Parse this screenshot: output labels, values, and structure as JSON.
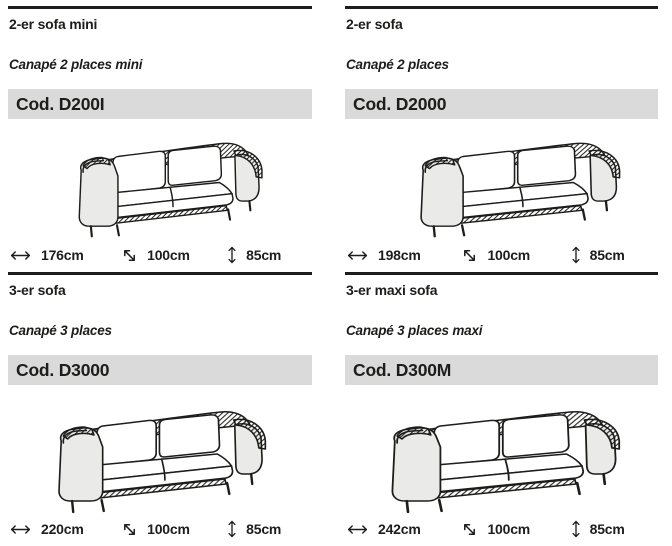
{
  "page": {
    "background": "#ffffff",
    "rule_color": "#1d1d1b",
    "text_color": "#1d1d1b",
    "code_bar_color": "#dadada",
    "drawing_arm_fill": "#eaeae8"
  },
  "cells": [
    {
      "title": "2-er sofa mini",
      "subtitle": "Canapé 2 places mini",
      "code": "Cod. D200I",
      "drawing": "two-seat-sofa-line-drawing",
      "dims": [
        {
          "icon": "width-arrow-icon",
          "label": "176cm"
        },
        {
          "icon": "depth-arrow-icon",
          "label": "100cm"
        },
        {
          "icon": "height-arrow-icon",
          "label": "85cm"
        }
      ]
    },
    {
      "title": "2-er sofa",
      "subtitle": "Canapé 2 places",
      "code": "Cod. D2000",
      "drawing": "two-seat-sofa-line-drawing",
      "dims": [
        {
          "icon": "width-arrow-icon",
          "label": "198cm"
        },
        {
          "icon": "depth-arrow-icon",
          "label": "100cm"
        },
        {
          "icon": "height-arrow-icon",
          "label": "85cm"
        }
      ]
    },
    {
      "title": "3-er sofa",
      "subtitle": "Canapé 3 places",
      "code": "Cod. D3000",
      "drawing": "three-seat-sofa-line-drawing",
      "dims": [
        {
          "icon": "width-arrow-icon",
          "label": "220cm"
        },
        {
          "icon": "depth-arrow-icon",
          "label": "100cm"
        },
        {
          "icon": "height-arrow-icon",
          "label": "85cm"
        }
      ]
    },
    {
      "title": "3-er maxi sofa",
      "subtitle": "Canapé 3 places maxi",
      "code": "Cod. D300M",
      "drawing": "three-seat-maxi-sofa-line-drawing",
      "dims": [
        {
          "icon": "width-arrow-icon",
          "label": "242cm"
        },
        {
          "icon": "depth-arrow-icon",
          "label": "100cm"
        },
        {
          "icon": "height-arrow-icon",
          "label": "85cm"
        }
      ]
    }
  ]
}
